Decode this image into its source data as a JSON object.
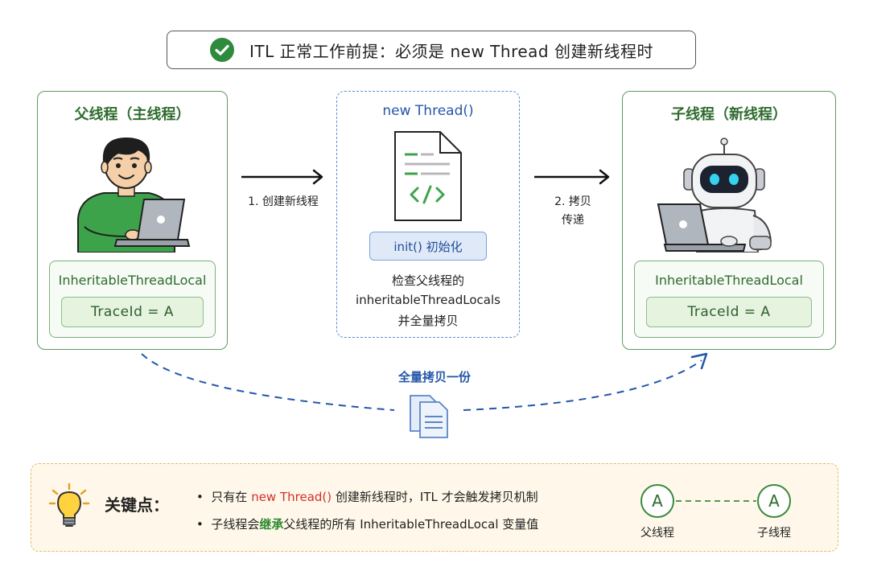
{
  "title": "ITL 正常工作前提：必须是 new Thread 创建新线程时",
  "parent": {
    "title": "父线程（主线程）",
    "itl_label": "InheritableThreadLocal",
    "trace_value": "TraceId  =  A"
  },
  "middle": {
    "title": "new Thread()",
    "init_label": "init() 初始化",
    "desc_line1": "检查父线程的",
    "desc_line2": "inheritableThreadLocals",
    "desc_line3": "并全量拷贝"
  },
  "child": {
    "title": "子线程（新线程）",
    "itl_label": "InheritableThreadLocal",
    "trace_value": "TraceId  =  A"
  },
  "steps": {
    "step1": "1. 创建新线程",
    "step2_line1": "2. 拷贝",
    "step2_line2": "传递"
  },
  "copy_label": "全量拷贝一份",
  "key": {
    "title": "关键点：",
    "bullet1_pre": "只有在",
    "bullet1_code": "new Thread()",
    "bullet1_post": "创建新线程时，ITL 才会触发拷贝机制",
    "bullet2_pre": "子线程会",
    "bullet2_em": "继承",
    "bullet2_post": "父线程的所有 InheritableThreadLocal 变量值",
    "legend_value": "A",
    "legend_parent": "父线程",
    "legend_child": "子线程"
  },
  "colors": {
    "green": "#5e9b5e",
    "blue": "#2457a8",
    "red": "#d3302b",
    "orange_border": "#e8b96a"
  }
}
